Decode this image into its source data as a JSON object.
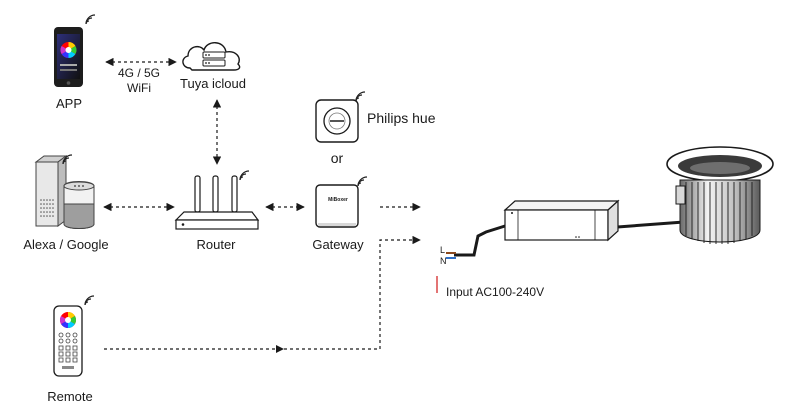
{
  "diagram": {
    "nodes": {
      "app": {
        "label": "APP",
        "icon": "smartphone-icon"
      },
      "cloud": {
        "label": "Tuya icloud",
        "icon": "cloud-server-icon"
      },
      "philips": {
        "label": "Philips hue",
        "icon": "hue-bridge-icon"
      },
      "alexa": {
        "label": "Alexa / Google",
        "icon": "smart-speaker-icon"
      },
      "router": {
        "label": "Router",
        "icon": "wifi-router-icon"
      },
      "gateway": {
        "label": "Gateway",
        "icon": "zigbee-gateway-icon",
        "brand": "MiBoxer"
      },
      "remote": {
        "label": "Remote",
        "icon": "rgb-remote-icon"
      },
      "driver": {
        "icon": "led-driver-icon"
      },
      "downlight": {
        "icon": "led-downlight-icon"
      }
    },
    "link_app_cloud": {
      "line1": "4G / 5G",
      "line2": "WiFi"
    },
    "or_text": "or",
    "wires": {
      "live": "L",
      "neutral": "N"
    },
    "input_text": "Input AC100-240V",
    "colors": {
      "line": "#1a1a1a",
      "wire_brown": "#8b4a1f",
      "wire_blue": "#2f6fc7",
      "input_red": "#d01818"
    }
  }
}
